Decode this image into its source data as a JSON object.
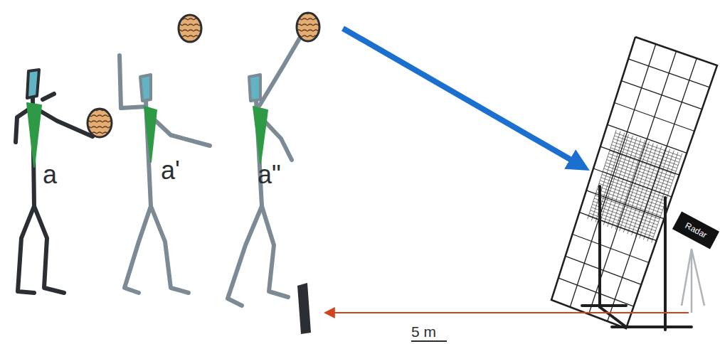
{
  "diagram": {
    "labels": [
      "a",
      "a'",
      "a\"",
      "Radar",
      "5 m"
    ]
  }
}
